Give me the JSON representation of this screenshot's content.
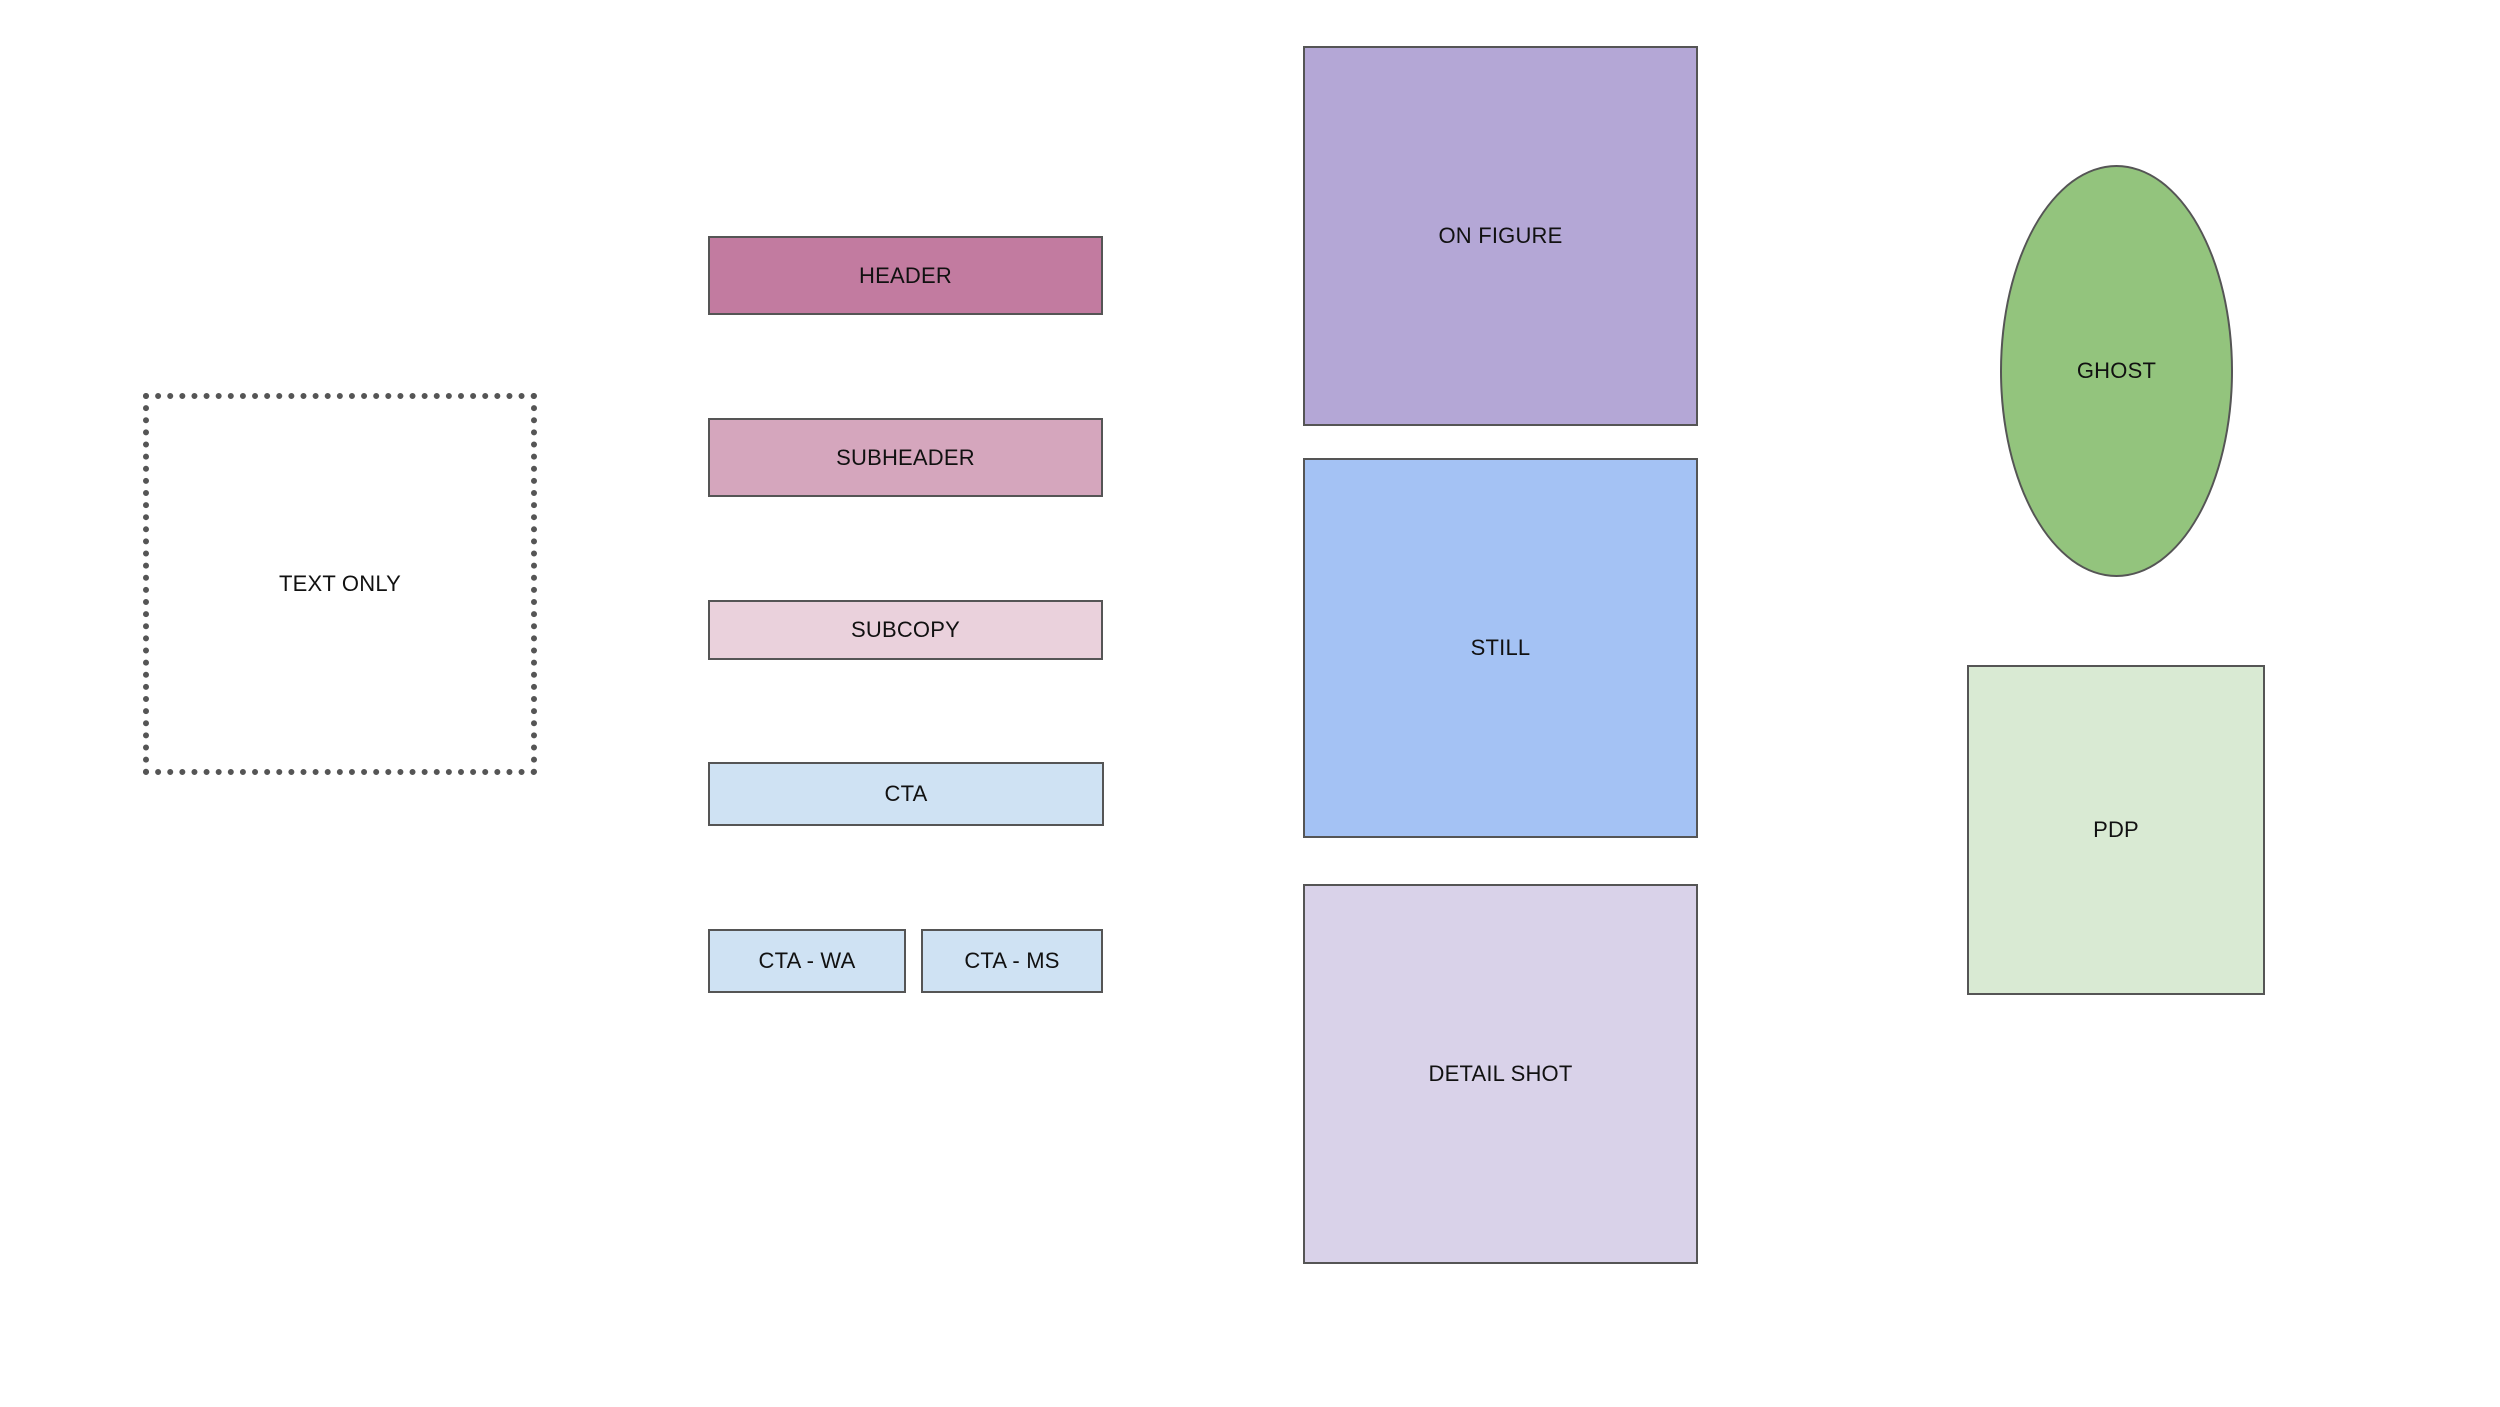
{
  "shapes": {
    "text_only": {
      "label": "TEXT ONLY",
      "fill": "transparent",
      "border_style": "dotted"
    },
    "header": {
      "label": "HEADER",
      "fill": "#c27ba0"
    },
    "subheader": {
      "label": "SUBHEADER",
      "fill": "#d5a6bd"
    },
    "subcopy": {
      "label": "SUBCOPY",
      "fill": "#ead1dc"
    },
    "cta": {
      "label": "CTA",
      "fill": "#cfe2f3"
    },
    "cta_wa": {
      "label": "CTA - WA",
      "fill": "#cfe2f3"
    },
    "cta_ms": {
      "label": "CTA - MS",
      "fill": "#cfe2f3"
    },
    "on_figure": {
      "label": "ON FIGURE",
      "fill": "#b4a7d6"
    },
    "still": {
      "label": "STILL",
      "fill": "#a4c2f4"
    },
    "detail_shot": {
      "label": "DETAIL SHOT",
      "fill": "#d9d2e9"
    },
    "ghost": {
      "label": "GHOST",
      "fill": "#93c47d",
      "shape": "ellipse"
    },
    "pdp": {
      "label": "PDP",
      "fill": "#d9ead3"
    }
  },
  "stroke_color": "#555555"
}
